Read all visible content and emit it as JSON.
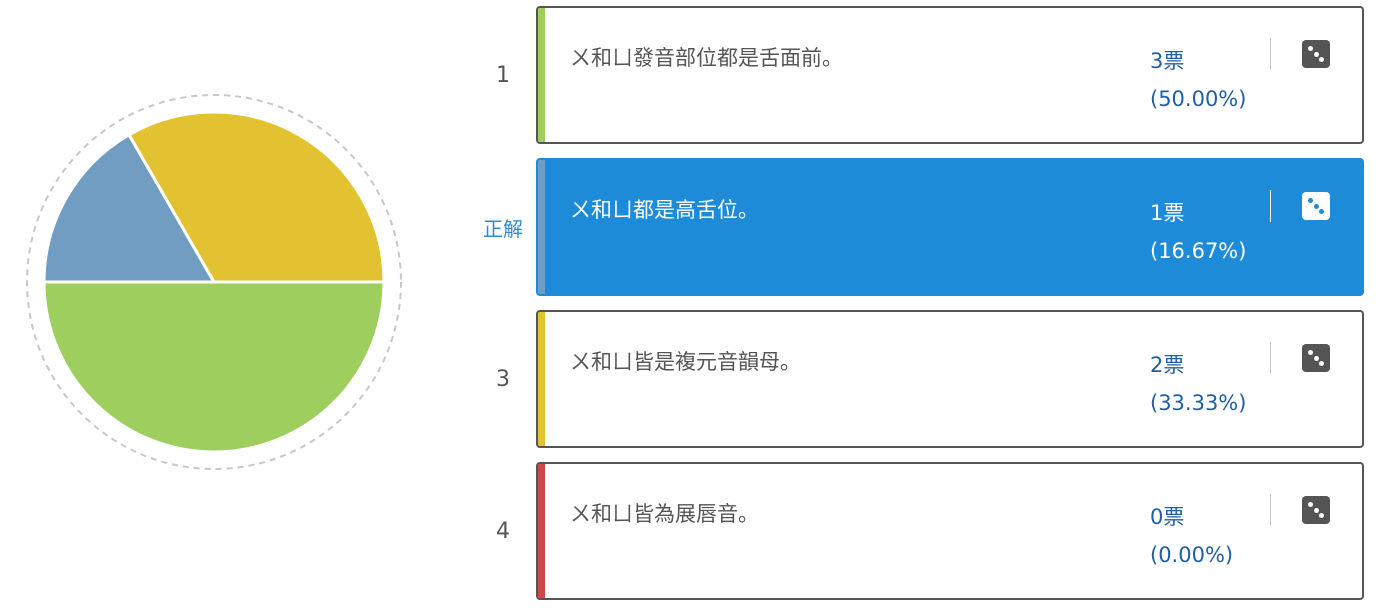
{
  "chart_data": {
    "type": "pie",
    "categories": [
      "1",
      "正解",
      "3",
      "4"
    ],
    "values": [
      3,
      1,
      2,
      0
    ],
    "colors": [
      "#9ecf5e",
      "#729dc2",
      "#e3c232",
      "#cf4848"
    ]
  },
  "options": [
    {
      "label": "1",
      "text": "ㄨ和ㄩ發音部位都是舌面前。",
      "votes": "3票",
      "percent": "(50.00%)",
      "color": "#9ecf5e",
      "selected": false,
      "icon": "dice-icon"
    },
    {
      "label": "正解",
      "text": "ㄨ和ㄩ都是高舌位。",
      "votes": "1票",
      "percent": "(16.67%)",
      "color": "#729dc2",
      "selected": true,
      "icon": "dice-icon"
    },
    {
      "label": "3",
      "text": "ㄨ和ㄩ皆是複元音韻母。",
      "votes": "2票",
      "percent": "(33.33%)",
      "color": "#e3c232",
      "selected": false,
      "icon": "dice-icon"
    },
    {
      "label": "4",
      "text": "ㄨ和ㄩ皆為展唇音。",
      "votes": "0票",
      "percent": "(0.00%)",
      "color": "#cf4848",
      "selected": false,
      "icon": "dice-icon"
    }
  ]
}
